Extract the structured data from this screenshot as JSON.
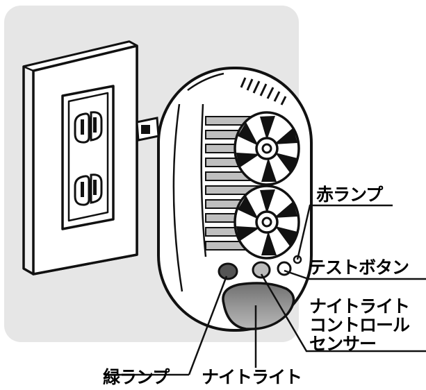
{
  "labels": {
    "red_lamp": "赤ランプ",
    "test_button": "テストボタン",
    "night_light_control_sensor": [
      "ナイトライト",
      "コントロール",
      "センサー"
    ],
    "green_lamp": "緑ランプ",
    "night_light": "ナイトライト"
  },
  "colors": {
    "panel_background": "#e6e6e6",
    "outline": "#111111",
    "device_body": "#ffffff",
    "vent_gray": "#bfbfbf",
    "night_light_lens": "#8a8a8a",
    "green_lamp": "#555555",
    "sensor": "#bbbbbb"
  },
  "icons": {
    "outlet": "wall-outlet-icon",
    "fan": "fan-icon"
  }
}
